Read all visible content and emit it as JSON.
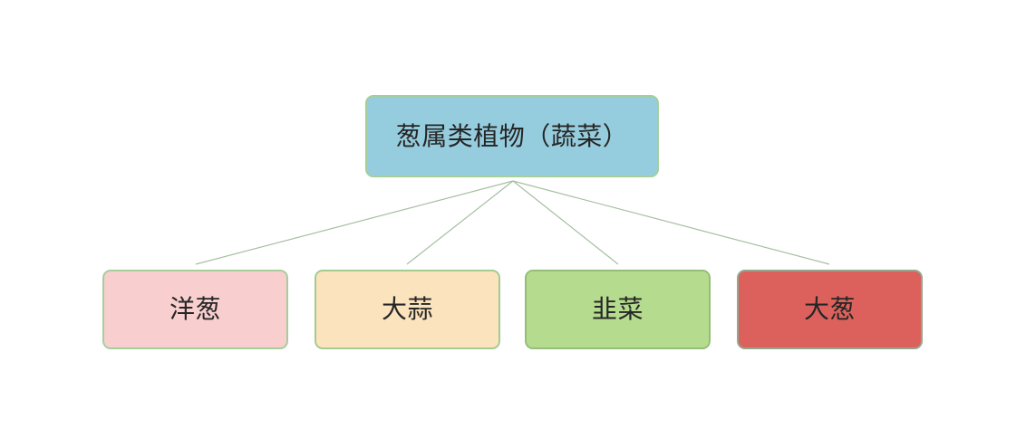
{
  "diagram": {
    "type": "tree",
    "background": "#FFFFFF",
    "text_color": "#262626",
    "connector_color": "#A6BFA3",
    "root": {
      "label": "葱属类植物（蔬菜）",
      "fill": "#96CDDE",
      "border": "#A5CE9B"
    },
    "children": [
      {
        "label": "洋葱",
        "fill": "#F8CFCE",
        "border": "#A5CE9B"
      },
      {
        "label": "大蒜",
        "fill": "#FBE4BD",
        "border": "#A3CB90"
      },
      {
        "label": "韭菜",
        "fill": "#B5DC8E",
        "border": "#94BE77"
      },
      {
        "label": "大葱",
        "fill": "#DC615C",
        "border": "#97A58F"
      }
    ]
  }
}
